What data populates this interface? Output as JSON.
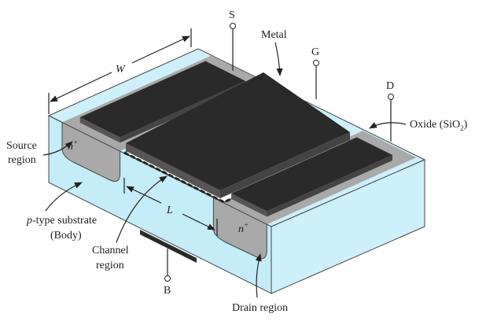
{
  "colors": {
    "substrate": "#cdf0fb",
    "n_region": "#a9a9a9",
    "metal": "#2a2a2a",
    "oxide": "#ffffff"
  },
  "terminals": {
    "source": "S",
    "gate": "G",
    "drain": "D",
    "body": "B"
  },
  "labels": {
    "metal": "Metal",
    "oxide": "Oxide (SiO",
    "oxide_sub": "2",
    "oxide_close": ")",
    "source_region_1": "Source",
    "source_region_2": "region",
    "substrate_1": "-type substrate",
    "substrate_p": "p",
    "substrate_2": "(Body)",
    "channel_1": "Channel",
    "channel_2": "region",
    "drain_region": "Drain region",
    "n_plus": "n",
    "plus": "+",
    "width": "W",
    "length": "L"
  }
}
